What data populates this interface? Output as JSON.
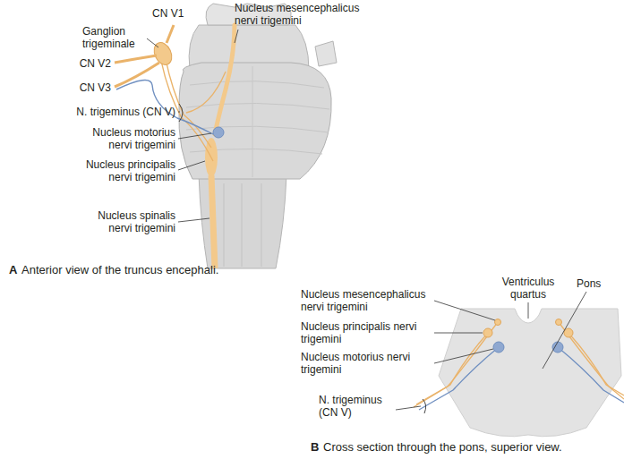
{
  "diagram": {
    "labels": [
      "CN V1",
      "Ganglion trigeminale",
      "CN V2",
      "CN V3",
      "N. trigeminus (CN V)",
      "Nucleus motorius nervi trigemini",
      "Nucleus principalis nervi trigemini",
      "Nucleus spinalis nervi trigemini",
      "Nucleus mesencephalicus nervi trigemini",
      "A",
      "Anterior view of the truncus encephali.",
      "Nucleus mesencephalicus nervi trigemini",
      "Ventriculus quartus",
      "Pons",
      "Nucleus principalis nervi trigemini",
      "Nucleus motorius nervi trigemini",
      "N. trigeminus (CN V)",
      "B",
      "Cross section through the pons, superior view."
    ]
  }
}
